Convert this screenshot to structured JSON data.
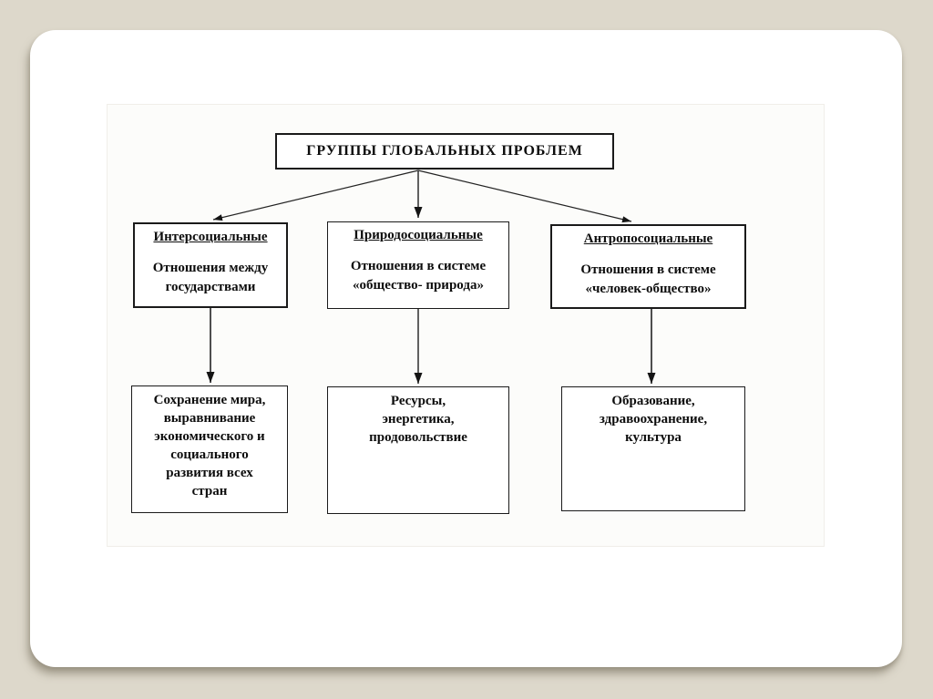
{
  "colors": {
    "page_background": "#ddd8cb",
    "slide_background": "#ffffff",
    "box_border": "#1a1a1a",
    "text": "#0d0d0d"
  },
  "diagram": {
    "title": "ГРУППЫ ГЛОБАЛЬНЫХ ПРОБЛЕМ",
    "groups": [
      {
        "heading": "Интерсоциальные",
        "description": "Отношения между\nгосударствами",
        "outcome": "Сохранение мира,\nвыравнивание\nэкономического и\nсоциального\nразвития всех\nстран"
      },
      {
        "heading": "Природосоциальные",
        "description": "Отношения в системе\n«общество- природа»",
        "outcome": "Ресурсы,\nэнергетика,\nпродовольствие"
      },
      {
        "heading": "Антропосоциальные",
        "description": "Отношения в системе\n«человек-общество»",
        "outcome": "Образование,\nздравоохранение,\nкультура"
      }
    ]
  }
}
